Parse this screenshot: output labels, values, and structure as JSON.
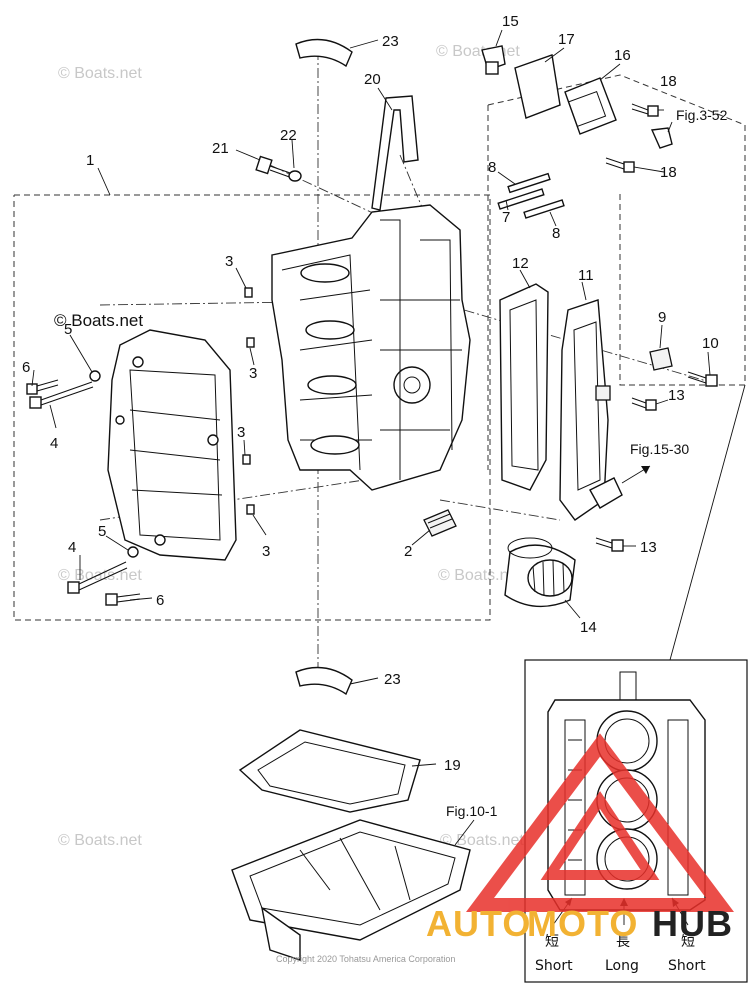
{
  "callouts": {
    "c1": "1",
    "c2": "2",
    "c3a": "3",
    "c3b": "3",
    "c3c": "3",
    "c3d": "3",
    "c4a": "4",
    "c4b": "4",
    "c5a": "5",
    "c5b": "5",
    "c6a": "6",
    "c6b": "6",
    "c7": "7",
    "c8a": "8",
    "c8b": "8",
    "c9": "9",
    "c10": "10",
    "c11": "11",
    "c12": "12",
    "c13a": "13",
    "c13b": "13",
    "c14": "14",
    "c15": "15",
    "c16": "16",
    "c17": "17",
    "c18a": "18",
    "c18b": "18",
    "c19": "19",
    "c20": "20",
    "c21": "21",
    "c22": "22",
    "c23a": "23",
    "c23b": "23"
  },
  "figure_refs": {
    "fig_3_52": "Fig.3-52",
    "fig_15_30": "Fig.15-30",
    "fig_10_1": "Fig.10-1"
  },
  "watermarks": {
    "boats": "© Boats.net"
  },
  "copyright": "Copyright 2020 Tohatsu America Corporation",
  "inset": {
    "short_left_cjk": "短",
    "long_cjk": "長",
    "short_right_cjk": "短",
    "short_left": "Short",
    "long": "Long",
    "short_right": "Short"
  },
  "brand": {
    "auto": "AUTO",
    "moto": "MOTO",
    "hub": "HUB",
    "colors": {
      "red": "#e8302a",
      "yellow": "#f2b233",
      "dark": "#222222"
    }
  }
}
